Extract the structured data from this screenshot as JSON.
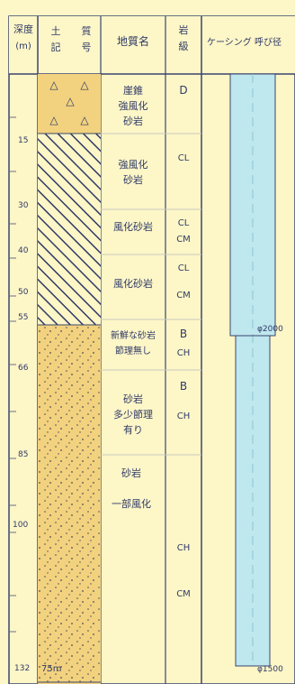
{
  "header": {
    "depth": [
      "深度",
      "(m)"
    ],
    "symbol_left": [
      "土",
      "記"
    ],
    "symbol_right": [
      "質",
      "号"
    ],
    "geology_name": "地質名",
    "rock_class": [
      "岩",
      "級"
    ],
    "casing": "ケーシング 呼び径"
  },
  "depth_labels": [
    "15",
    "30",
    "40",
    "50",
    "55",
    "66",
    "85",
    "100",
    "132"
  ],
  "bottom_marker": "75m",
  "layers": [
    {
      "pattern": "triangles",
      "name": [
        "崖錐",
        "強風化",
        "砂岩"
      ],
      "grade": [
        "D"
      ]
    },
    {
      "pattern": "hatch",
      "name": [
        "強風化",
        "砂岩"
      ],
      "grade": [
        "CL"
      ]
    },
    {
      "pattern": "hatch",
      "name": [
        "風化砂岩"
      ],
      "grade": [
        "CL",
        "CM"
      ]
    },
    {
      "pattern": "hatch",
      "name": [
        "風化砂岩"
      ],
      "grade": [
        "CL",
        "CM"
      ]
    },
    {
      "pattern": "dots",
      "name": [
        "新鮮な砂岩",
        "節理無し"
      ],
      "grade": [
        "B",
        "CH"
      ]
    },
    {
      "pattern": "dots",
      "name": [
        "砂岩",
        "多少節理",
        "有り"
      ],
      "grade": [
        "B",
        "CH"
      ]
    },
    {
      "pattern": "dots",
      "name": [
        "砂岩",
        "一部風化"
      ],
      "grade": [
        "CH",
        "CM"
      ]
    }
  ],
  "casing_labels": {
    "upper": "φ2000",
    "lower": "φ1500"
  },
  "colors": {
    "background": "#fdf6c7",
    "sand": "#f2d27f",
    "casing": "#bfe7ee",
    "line": "#39456f"
  }
}
